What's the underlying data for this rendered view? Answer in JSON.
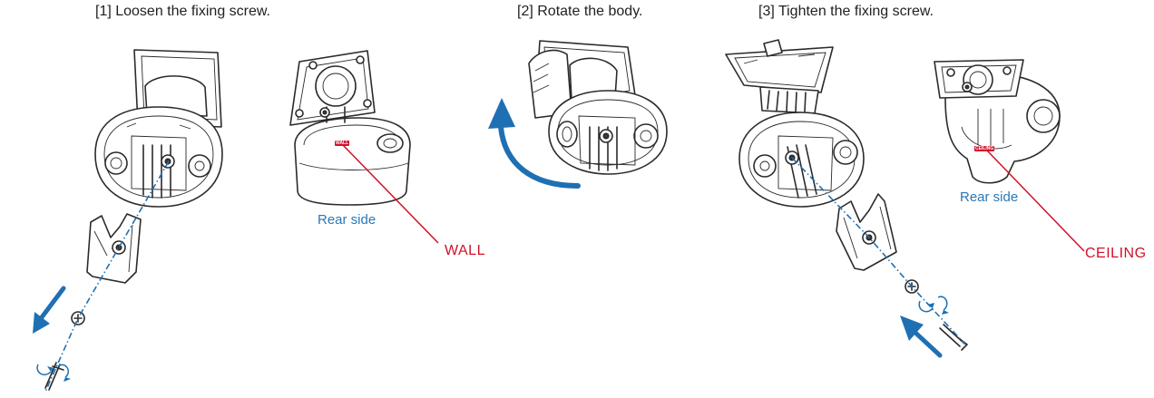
{
  "steps": [
    {
      "title": "[1] Loosen the fixing screw."
    },
    {
      "title": "[2] Rotate the body."
    },
    {
      "title": "[3] Tighten the fixing screw."
    }
  ],
  "rear_views": [
    {
      "label": "Rear side",
      "callout": "WALL",
      "tag": "WALL"
    },
    {
      "label": "Rear side",
      "callout": "CEILING",
      "tag": "CEILING"
    }
  ],
  "colors": {
    "accent_blue": "#1f70b3",
    "callout_red": "#d0112b",
    "line": "#2b2b2b"
  }
}
